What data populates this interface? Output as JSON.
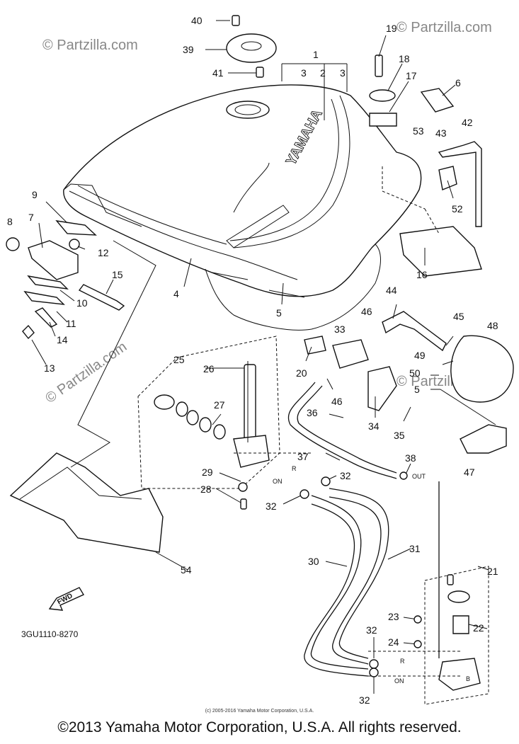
{
  "watermarks": {
    "top_left": "© Partzilla.com",
    "top_right": "© Partzilla.com",
    "middle_left": "© Partzilla.com",
    "middle_right": "© Partzilla.com"
  },
  "tank_brand": "YAMAHA",
  "fwd_label": "FWD",
  "drawing_number": "3GU1110-8270",
  "valve_labels": {
    "r_upper": "R",
    "on_upper": "ON",
    "out": "OUT",
    "r_lower": "R",
    "on_lower": "ON",
    "b": "B"
  },
  "callouts": [
    "40",
    "39",
    "41",
    "1",
    "3",
    "2",
    "3",
    "19",
    "18",
    "17",
    "6",
    "53",
    "43",
    "42",
    "52",
    "16",
    "9",
    "8",
    "7",
    "12",
    "15",
    "10",
    "11",
    "14",
    "13",
    "4",
    "5",
    "44",
    "46",
    "45",
    "48",
    "33",
    "49",
    "50",
    "5",
    "20",
    "46",
    "36",
    "34",
    "35",
    "25",
    "26",
    "27",
    "37",
    "38",
    "29",
    "28",
    "32",
    "32",
    "47",
    "31",
    "30",
    "21",
    "23",
    "22",
    "24",
    "32",
    "32",
    "54"
  ],
  "small_copyright": "(c) 2005-2016 Yamaha Motor Corporation, U.S.A.",
  "copyright": "©2013 Yamaha Motor Corporation, U.S.A. All rights reserved."
}
